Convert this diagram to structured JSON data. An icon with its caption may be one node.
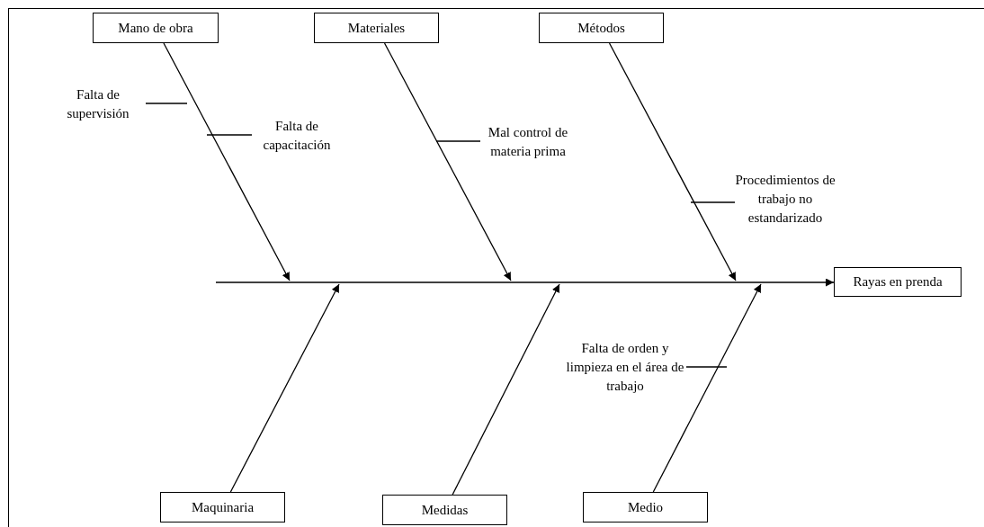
{
  "diagram": {
    "nodes": [
      {
        "text": [
          "Mano de obra"
        ]
      },
      {
        "text": [
          "Materiales"
        ]
      },
      {
        "text": [
          "Métodos"
        ]
      },
      {
        "text": [
          "Falta de supervisión"
        ]
      },
      {
        "text": [
          "Falta de capacitación"
        ]
      },
      {
        "text": [
          "Mal control de materia prima"
        ]
      },
      {
        "text": [
          "Procedimientos de trabajo no estandarizado"
        ]
      },
      {
        "text": [
          "Rayas en prenda"
        ]
      },
      {
        "text": [
          "Falta de orden y limpieza en el área de trabajo"
        ]
      },
      {
        "text": [
          "Maquinaria"
        ]
      },
      {
        "text": [
          "Medidas"
        ]
      },
      {
        "text": [
          "Medio"
        ]
      }
    ],
    "edges": [
      {
        "from": null,
        "to": 7,
        "arrow": "to"
      },
      {
        "from": 0,
        "to": null,
        "arrow": "to"
      },
      {
        "from": 1,
        "to": null,
        "arrow": "to"
      },
      {
        "from": 2,
        "to": null,
        "arrow": "to"
      },
      {
        "from": 9,
        "to": null,
        "arrow": "to"
      },
      {
        "from": 10,
        "to": null,
        "arrow": "to"
      },
      {
        "from": 11,
        "to": null,
        "arrow": "to"
      },
      {
        "from": 3,
        "to": null,
        "arrow": "none"
      },
      {
        "from": 4,
        "to": null,
        "arrow": "none"
      },
      {
        "from": 5,
        "to": null,
        "arrow": "none"
      },
      {
        "from": 6,
        "to": null,
        "arrow": "none"
      },
      {
        "from": 8,
        "to": null,
        "arrow": "none"
      }
    ]
  }
}
